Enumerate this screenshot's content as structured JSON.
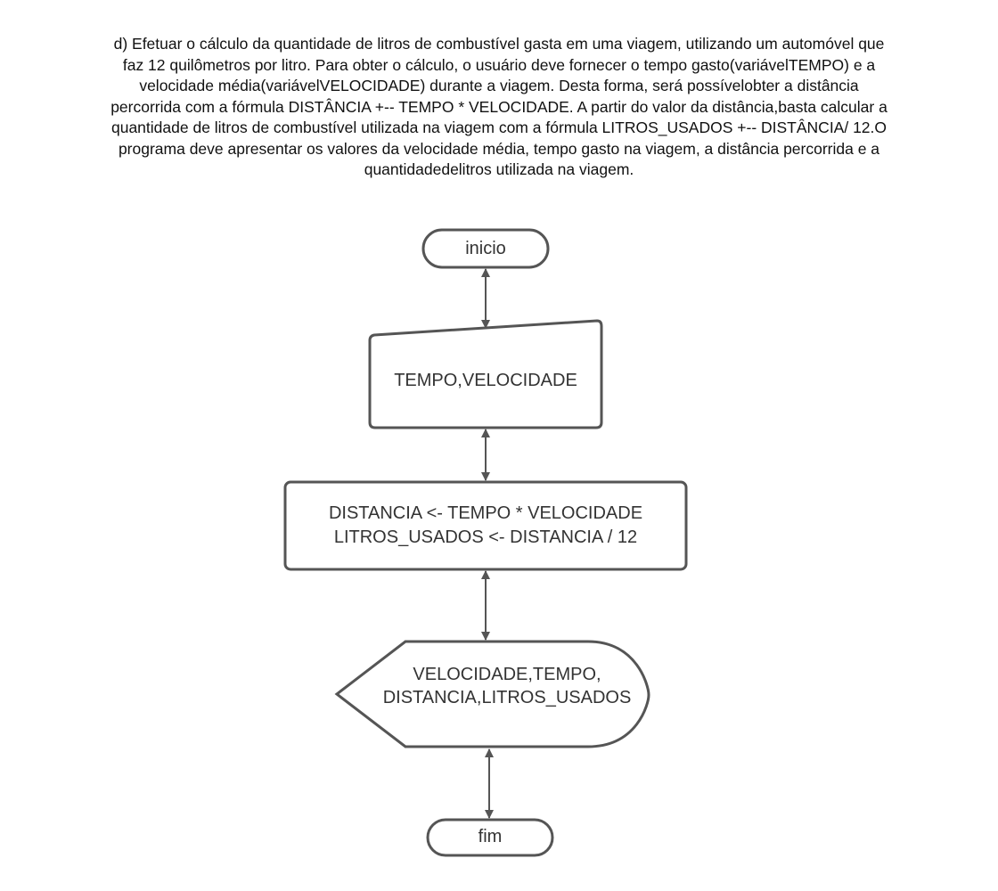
{
  "problem": {
    "statement": "d) Efetuar o cálculo da quantidade de litros de combustível gasta em uma viagem, utilizando um automóvel que faz 12 quilômetros por litro. Para obter o cálculo, o usuário deve fornecer o tempo gasto(variávelTEMPO) e a velocidade média(variávelVELOCIDADE) durante a viagem. Desta forma, será possívelobter a distância percorrida com a fórmula DISTÂNCIA +-- TEMPO * VELOCIDADE. A partir do valor da distância,basta calcular a quantidade de litros de combustível utilizada na viagem com a fórmula LITROS_USADOS +-- DISTÂNCIA/ 12.O programa deve apresentar os valores da velocidade média, tempo gasto na viagem, a distância percorrida e a quantidadedelitros utilizada na viagem."
  },
  "flowchart": {
    "start": {
      "label": "inicio"
    },
    "input": {
      "label": "TEMPO,VELOCIDADE"
    },
    "process": {
      "line1": "DISTANCIA <- TEMPO * VELOCIDADE",
      "line2": "LITROS_USADOS <- DISTANCIA / 12"
    },
    "output": {
      "line1": "VELOCIDADE,TEMPO,",
      "line2": "DISTANCIA,LITROS_USADOS"
    },
    "end": {
      "label": "fim"
    }
  },
  "colors": {
    "stroke": "#555555",
    "text": "#333333"
  }
}
